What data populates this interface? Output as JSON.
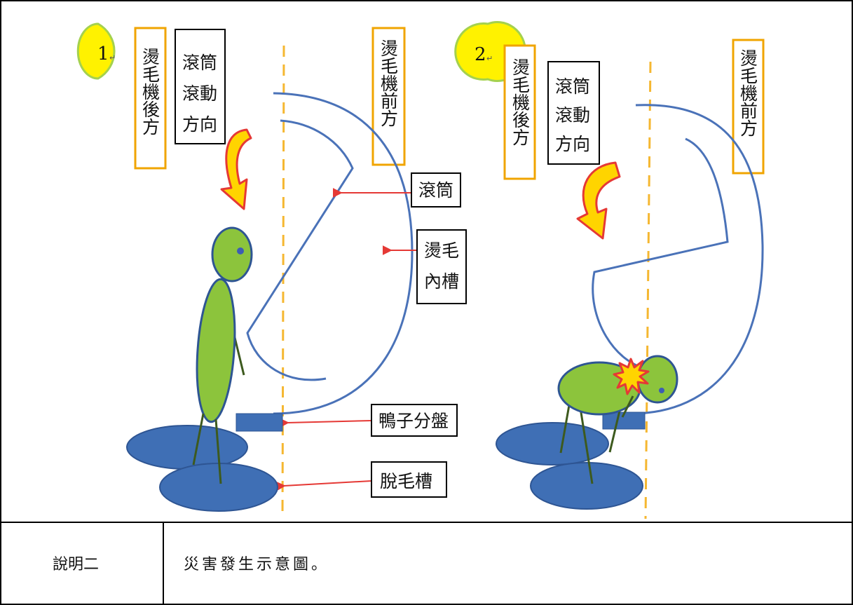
{
  "panel1": {
    "number": "1",
    "number_mark": "↵",
    "labels": {
      "rear": "燙毛機後方",
      "direction": [
        "滾筒",
        "滾動",
        "方向"
      ],
      "front": "燙毛機前方",
      "drum": "滾筒",
      "tank": [
        "燙毛",
        "內槽"
      ],
      "tray": "鴨子分盤",
      "plucker": "脫毛槽"
    }
  },
  "panel2": {
    "number": "2",
    "number_mark": "↵",
    "labels": {
      "rear": "燙毛機後方",
      "direction": [
        "滾筒",
        "滾動",
        "方向"
      ],
      "front": "燙毛機前方"
    }
  },
  "caption": {
    "label": "說明二",
    "text": "災害發生示意圖。"
  },
  "colors": {
    "figure_green": "#8cc43c",
    "drum_blue": "#4a72b8",
    "plate_blue": "#3f6fb5",
    "label_border_orange": "#f0a400",
    "arrow_red": "#e53935",
    "number_yellow": "#fff200",
    "guide_dash": "#f5b731",
    "rotation_arrow_fill": "#ffd400"
  }
}
